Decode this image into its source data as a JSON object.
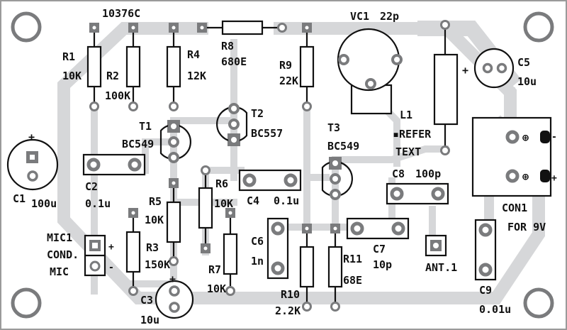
{
  "board": {
    "code": "10376C",
    "colors": {
      "trace": "#d6d7d9",
      "pad": "#7a7b7d",
      "silkscreen": "#111111",
      "background": "#ffffff",
      "frame": "#9a9a9a"
    }
  },
  "components": {
    "R1": {
      "ref": "R1",
      "value": "10K"
    },
    "R2": {
      "ref": "R2",
      "value": "100K"
    },
    "R3": {
      "ref": "R3",
      "value": "150K"
    },
    "R4": {
      "ref": "R4",
      "value": "12K"
    },
    "R5": {
      "ref": "R5",
      "value": "10K"
    },
    "R6": {
      "ref": "R6",
      "value": "10K"
    },
    "R7": {
      "ref": "R7",
      "value": "10K"
    },
    "R8": {
      "ref": "R8",
      "value": "680E"
    },
    "R9": {
      "ref": "R9",
      "value": "22K"
    },
    "R10": {
      "ref": "R10",
      "value": "2.2K"
    },
    "R11": {
      "ref": "R11",
      "value": "68E"
    },
    "C1": {
      "ref": "C1",
      "value": "100u",
      "polarity": "+"
    },
    "C2": {
      "ref": "C2",
      "value": "0.1u"
    },
    "C3": {
      "ref": "C3",
      "value": "10u",
      "polarity": "+"
    },
    "C4": {
      "ref": "C4",
      "value": "0.1u"
    },
    "C5": {
      "ref": "C5",
      "value": "10u",
      "polarity": "+"
    },
    "C6": {
      "ref": "C6",
      "value": "1n"
    },
    "C7": {
      "ref": "C7",
      "value": "10p"
    },
    "C8": {
      "ref": "C8",
      "value": "100p"
    },
    "C9": {
      "ref": "C9",
      "value": "0.01u"
    },
    "T1": {
      "ref": "T1",
      "value": "BC549"
    },
    "T2": {
      "ref": "T2",
      "value": "BC557"
    },
    "T3": {
      "ref": "T3",
      "value": "BC549"
    },
    "VC1": {
      "ref": "VC1",
      "value": "22p"
    },
    "L1": {
      "ref": "L1",
      "note_line1": "▪REFER",
      "note_line2": "TEXT"
    },
    "MIC1": {
      "ref": "MIC1",
      "line2": "COND.",
      "line3": "MIC",
      "plus": "+",
      "minus": "-"
    },
    "CON1": {
      "ref": "CON1",
      "note": "FOR 9V",
      "minus": "-",
      "plus": "+",
      "terminal_symbol": "⊕"
    },
    "ANT1": {
      "ref": "ANT.1"
    }
  }
}
